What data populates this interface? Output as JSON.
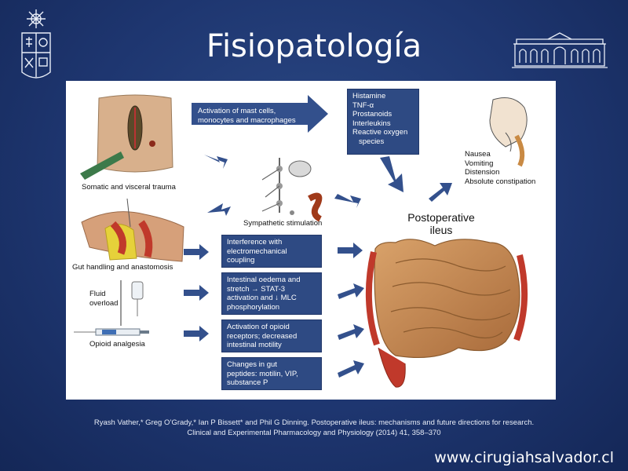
{
  "slide": {
    "title": "Fisiopatología",
    "citation_line1": "Ryash Vather,* Greg O’Grady,* Ian P Bissett* and Phil G Dinning. Postoperative ileus: mechanisms and future directions for research.",
    "citation_line2": "Clinical and Experimental Pharmacology and Physiology (2014) 41, 358–370",
    "website": "www.cirugiahsalvador.cl"
  },
  "diagram": {
    "activation_box": [
      "Activation of mast cells,",
      "monocytes and macrophages"
    ],
    "mediators_box": [
      "Histamine",
      "TNF-α",
      "Prostanoids",
      "Interleukins",
      "Reactive oxygen",
      "species"
    ],
    "symptoms": [
      "Nausea",
      "Vomiting",
      "Distension",
      "Absolute constipation"
    ],
    "somatic_trauma_label": "Somatic and visceral trauma",
    "sympathetic_label": "Sympathetic stimulation",
    "postoperative_ileus": [
      "Postoperative",
      "ileus"
    ],
    "gut_handling_label": "Gut handling and anastomosis",
    "fluid_overload_label": [
      "Fluid",
      "overload"
    ],
    "opioid_analgesia_label": "Opioid analgesia",
    "mechanism_boxes": [
      [
        "Interference with",
        "electromechanical",
        "coupling"
      ],
      [
        "Intestinal oedema and",
        "stretch → STAT-3",
        "activation and ↓ MLC",
        "phosphorylation"
      ],
      [
        "Activation of opioid",
        "receptors; decreased",
        "intestinal motility"
      ],
      [
        "Changes in gut",
        "peptides: motilin, VIP,",
        "substance P"
      ]
    ]
  },
  "colors": {
    "box_fill": "#2e4a83",
    "arrow": "#33508c",
    "background": "#1e3670"
  },
  "icons": [
    "university-crest-icon",
    "university-building-icon"
  ]
}
